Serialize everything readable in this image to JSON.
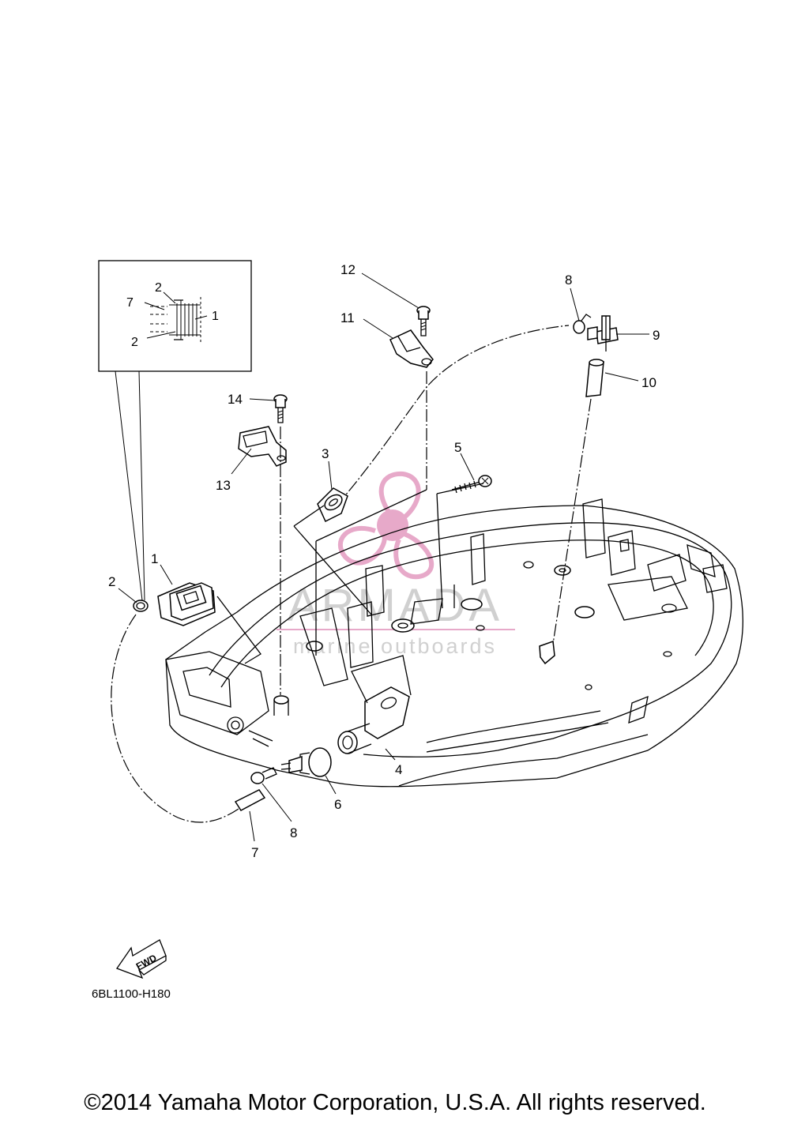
{
  "callouts": {
    "c1": "1",
    "c2": "2",
    "c3": "3",
    "c4": "4",
    "c5": "5",
    "c6": "6",
    "c7": "7",
    "c8a": "8",
    "c8b": "8",
    "c9": "9",
    "c10": "10",
    "c11": "11",
    "c12": "12",
    "c13": "13",
    "c14": "14"
  },
  "inset": {
    "c7": "7",
    "c2top": "2",
    "c2bot": "2",
    "c1": "1"
  },
  "watermark": {
    "brand": "ARMADA",
    "tagline": "marine outboards",
    "colors": {
      "logo": "#e7a9c9",
      "text": "#cfcfcf"
    }
  },
  "fwd_label": "FWD",
  "diagram_code": "6BL1100-H180",
  "copyright": "©2014 Yamaha Motor Corporation, U.S.A. All rights reserved."
}
